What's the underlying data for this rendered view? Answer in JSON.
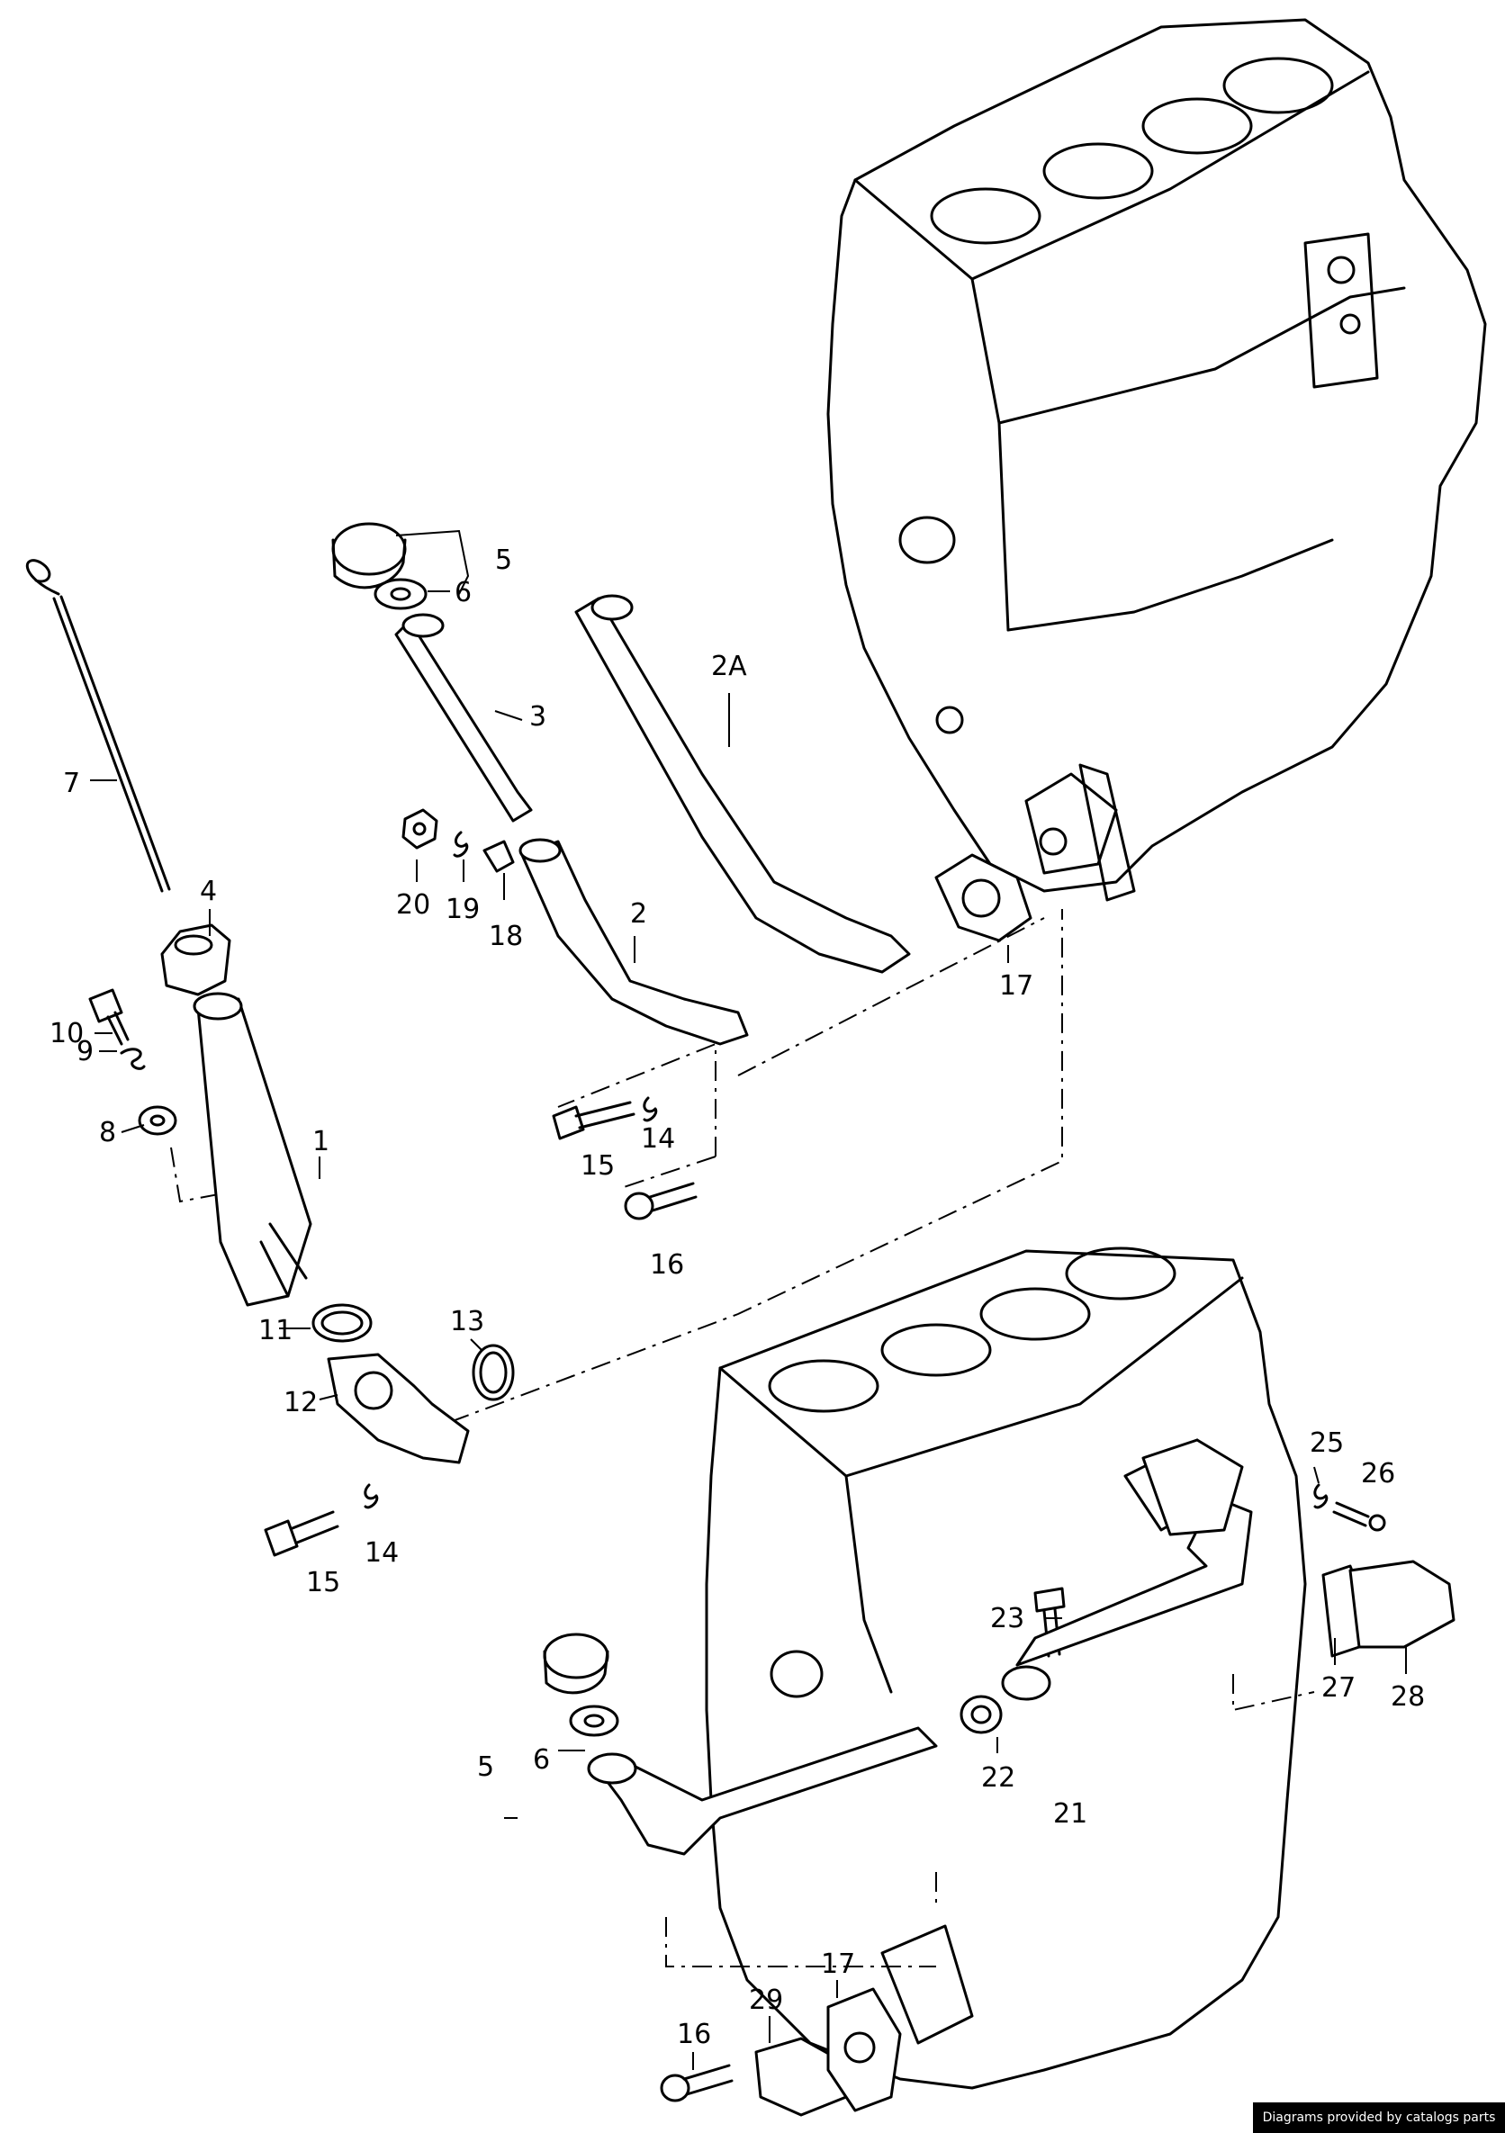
{
  "labels": {
    "top": [
      "7",
      "5",
      "6",
      "3",
      "2A",
      "4",
      "20",
      "19",
      "18",
      "2",
      "17",
      "10",
      "9",
      "8",
      "1",
      "15",
      "14",
      "16",
      "11",
      "13",
      "12",
      "15",
      "14"
    ],
    "bottom": [
      "25",
      "26",
      "23",
      "27",
      "28",
      "5",
      "6",
      "22",
      "21",
      "16",
      "29",
      "17"
    ]
  },
  "credit": "Diagrams provided by catalogs parts"
}
